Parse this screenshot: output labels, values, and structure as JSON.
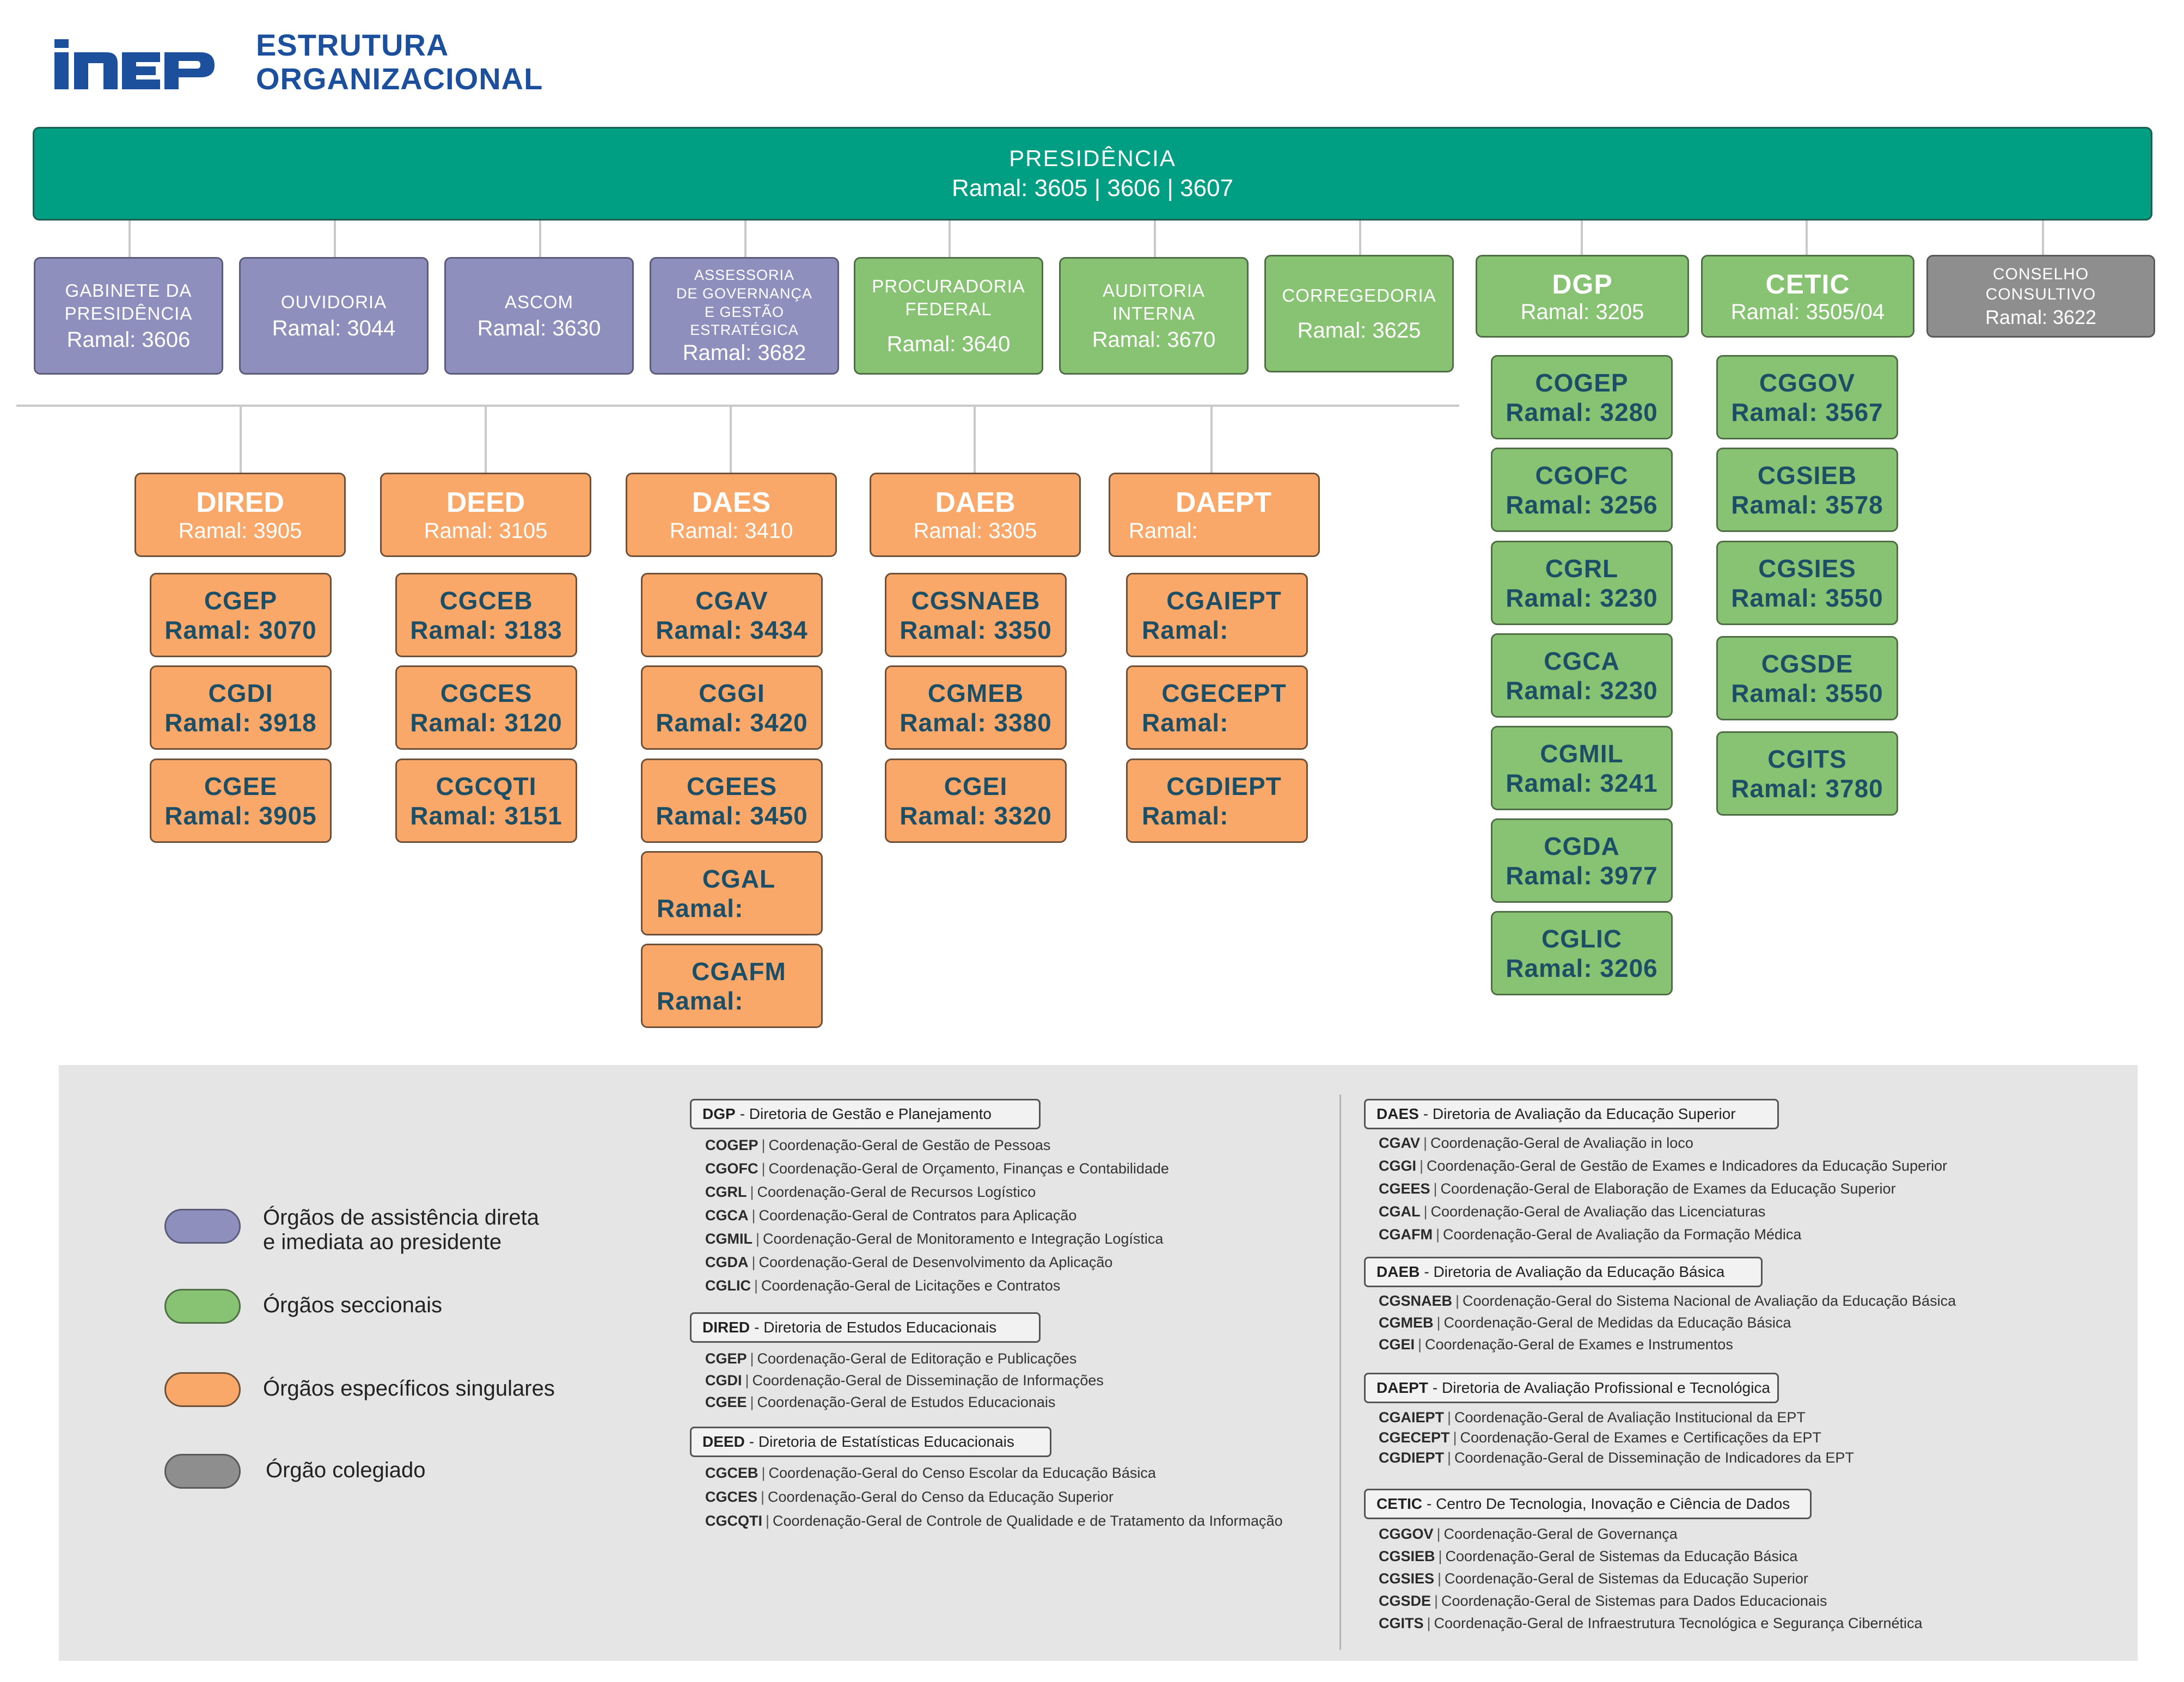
{
  "header": {
    "title_line1": "ESTRUTURA",
    "title_line2": "ORGANIZACIONAL",
    "colors": {
      "brand_blue": "#1c4f9c",
      "teal": "#009e83",
      "purple": "#8f8fbe",
      "green": "#88c374",
      "orange": "#f9a86a",
      "gray": "#8e8e8e"
    }
  },
  "presidencia": {
    "name": "PRESIDÊNCIA",
    "ramal": "Ramal: 3605 | 3606 | 3607"
  },
  "top_units": [
    {
      "name": "GABINETE DA\nPRESIDÊNCIA",
      "ramal": "Ramal: 3606"
    },
    {
      "name": "OUVIDORIA",
      "ramal": "Ramal: 3044"
    },
    {
      "name": "ASCOM",
      "ramal": "Ramal: 3630"
    },
    {
      "name": "ASSESSORIA\nDE GOVERNANÇA\nE GESTÃO ESTRATÉGICA",
      "ramal": "Ramal: 3682"
    },
    {
      "name": "PROCURADORIA\nFEDERAL",
      "ramal": "Ramal: 3640"
    },
    {
      "name": "AUDITORIA\nINTERNA",
      "ramal": "Ramal: 3670"
    },
    {
      "name": "CORREGEDORIA",
      "ramal": "Ramal: 3625"
    },
    {
      "name": "DGP",
      "ramal": "Ramal: 3205"
    },
    {
      "name": "CETIC",
      "ramal": "Ramal: 3505/04"
    },
    {
      "name": "CONSELHO\nCONSULTIVO",
      "ramal": "Ramal: 3622"
    }
  ],
  "dgp_units": [
    {
      "name": "COGEP",
      "ramal": "Ramal: 3280"
    },
    {
      "name": "CGOFC",
      "ramal": "Ramal: 3256"
    },
    {
      "name": "CGRL",
      "ramal": "Ramal: 3230"
    },
    {
      "name": "CGCA",
      "ramal": "Ramal: 3230"
    },
    {
      "name": "CGMIL",
      "ramal": "Ramal: 3241"
    },
    {
      "name": "CGDA",
      "ramal": "Ramal: 3977"
    },
    {
      "name": "CGLIC",
      "ramal": "Ramal: 3206"
    }
  ],
  "cetic_units": [
    {
      "name": "CGGOV",
      "ramal": "Ramal: 3567"
    },
    {
      "name": "CGSIEB",
      "ramal": "Ramal: 3578"
    },
    {
      "name": "CGSIES",
      "ramal": "Ramal: 3550"
    },
    {
      "name": "CGSDE",
      "ramal": "Ramal: 3550"
    },
    {
      "name": "CGITS",
      "ramal": "Ramal: 3780"
    }
  ],
  "directorates": [
    {
      "name": "DIRED",
      "ramal": "Ramal: 3905",
      "units": [
        {
          "name": "CGEP",
          "ramal": "Ramal: 3070"
        },
        {
          "name": "CGDI",
          "ramal": "Ramal: 3918"
        },
        {
          "name": "CGEE",
          "ramal": "Ramal: 3905"
        }
      ]
    },
    {
      "name": "DEED",
      "ramal": "Ramal: 3105",
      "units": [
        {
          "name": "CGCEB",
          "ramal": "Ramal: 3183"
        },
        {
          "name": "CGCES",
          "ramal": "Ramal: 3120"
        },
        {
          "name": "CGCQTI",
          "ramal": "Ramal: 3151"
        }
      ]
    },
    {
      "name": "DAES",
      "ramal": "Ramal: 3410",
      "units": [
        {
          "name": "CGAV",
          "ramal": "Ramal: 3434"
        },
        {
          "name": "CGGI",
          "ramal": "Ramal: 3420"
        },
        {
          "name": "CGEES",
          "ramal": "Ramal: 3450"
        },
        {
          "name": "CGAL",
          "ramal": "Ramal:"
        },
        {
          "name": "CGAFM",
          "ramal": "Ramal:"
        }
      ]
    },
    {
      "name": "DAEB",
      "ramal": "Ramal: 3305",
      "units": [
        {
          "name": "CGSNAEB",
          "ramal": "Ramal: 3350"
        },
        {
          "name": "CGMEB",
          "ramal": "Ramal: 3380"
        },
        {
          "name": "CGEI",
          "ramal": "Ramal: 3320"
        }
      ]
    },
    {
      "name": "DAEPT",
      "ramal": "Ramal:",
      "units": [
        {
          "name": "CGAIEPT",
          "ramal": "Ramal:"
        },
        {
          "name": "CGECEPT",
          "ramal": "Ramal:"
        },
        {
          "name": "CGDIEPT",
          "ramal": "Ramal:"
        }
      ]
    }
  ],
  "legend": {
    "types": [
      {
        "label": "Órgãos de assistência direta\ne imediata ao presidente",
        "color": "#8f8fbe"
      },
      {
        "label": "Órgãos seccionais",
        "color": "#88c374"
      },
      {
        "label": "Órgãos específicos singulares",
        "color": "#f9a86a"
      },
      {
        "label": "Órgão colegiado",
        "color": "#8e8e8e"
      }
    ],
    "groups_left": [
      {
        "code": "DGP",
        "desc": "- Diretoria de Gestão e Planejamento",
        "items": [
          {
            "code": "COGEP",
            "desc": "Coordenação-Geral de Gestão de Pessoas"
          },
          {
            "code": "CGOFC",
            "desc": "Coordenação-Geral de Orçamento, Finanças e Contabilidade"
          },
          {
            "code": "CGRL",
            "desc": "Coordenação-Geral de Recursos Logístico"
          },
          {
            "code": "CGCA",
            "desc": "Coordenação-Geral de Contratos para Aplicação"
          },
          {
            "code": "CGMIL",
            "desc": "Coordenação-Geral de Monitoramento e Integração Logística"
          },
          {
            "code": "CGDA",
            "desc": "Coordenação-Geral de Desenvolvimento da Aplicação"
          },
          {
            "code": "CGLIC",
            "desc": "Coordenação-Geral de Licitações e Contratos"
          }
        ]
      },
      {
        "code": "DIRED",
        "desc": "- Diretoria de Estudos Educacionais",
        "items": [
          {
            "code": "CGEP",
            "desc": "Coordenação-Geral de Editoração e Publicações"
          },
          {
            "code": "CGDI",
            "desc": "Coordenação-Geral de Disseminação de Informações"
          },
          {
            "code": "CGEE",
            "desc": "Coordenação-Geral de Estudos Educacionais"
          }
        ]
      },
      {
        "code": "DEED",
        "desc": "- Diretoria de Estatísticas Educacionais",
        "items": [
          {
            "code": "CGCEB",
            "desc": "Coordenação-Geral do Censo Escolar da Educação Básica"
          },
          {
            "code": "CGCES",
            "desc": "Coordenação-Geral do Censo da Educação Superior"
          },
          {
            "code": "CGCQTI",
            "desc": "Coordenação-Geral de Controle de Qualidade e de Tratamento da Informação"
          }
        ]
      }
    ],
    "groups_right": [
      {
        "code": "DAES",
        "desc": "- Diretoria de Avaliação da Educação Superior",
        "items": [
          {
            "code": "CGAV",
            "desc": "Coordenação-Geral de Avaliação in loco"
          },
          {
            "code": "CGGI",
            "desc": "Coordenação-Geral de Gestão de Exames e Indicadores da Educação Superior"
          },
          {
            "code": "CGEES",
            "desc": "Coordenação-Geral de Elaboração de Exames da Educação Superior"
          },
          {
            "code": "CGAL",
            "desc": "Coordenação-Geral de Avaliação das Licenciaturas"
          },
          {
            "code": "CGAFM",
            "desc": "Coordenação-Geral de Avaliação da Formação Médica"
          }
        ]
      },
      {
        "code": "DAEB",
        "desc": "- Diretoria de Avaliação da Educação Básica",
        "items": [
          {
            "code": "CGSNAEB",
            "desc": "Coordenação-Geral do Sistema Nacional de Avaliação da Educação Básica"
          },
          {
            "code": "CGMEB",
            "desc": "Coordenação-Geral de Medidas da Educação Básica"
          },
          {
            "code": "CGEI",
            "desc": "Coordenação-Geral de Exames e Instrumentos"
          }
        ]
      },
      {
        "code": "DAEPT",
        "desc": "- Diretoria de Avaliação Profissional e Tecnológica",
        "items": [
          {
            "code": "CGAIEPT",
            "desc": "Coordenação-Geral de Avaliação Institucional da EPT"
          },
          {
            "code": "CGECEPT",
            "desc": "Coordenação-Geral de Exames e Certificações da EPT"
          },
          {
            "code": "CGDIEPT",
            "desc": "Coordenação-Geral de Disseminação de Indicadores da EPT"
          }
        ]
      },
      {
        "code": "CETIC",
        "desc": "- Centro De Tecnologia, Inovação e Ciência de Dados",
        "items": [
          {
            "code": "CGGOV",
            "desc": "Coordenação-Geral de Governança"
          },
          {
            "code": "CGSIEB",
            "desc": "Coordenação-Geral de Sistemas da Educação Básica"
          },
          {
            "code": "CGSIES",
            "desc": "Coordenação-Geral de Sistemas da Educação Superior"
          },
          {
            "code": "CGSDE",
            "desc": "Coordenação-Geral de Sistemas para Dados Educacionais"
          },
          {
            "code": "CGITS",
            "desc": "Coordenação-Geral de Infraestrutura Tecnológica e Segurança Cibernética"
          }
        ]
      }
    ]
  }
}
